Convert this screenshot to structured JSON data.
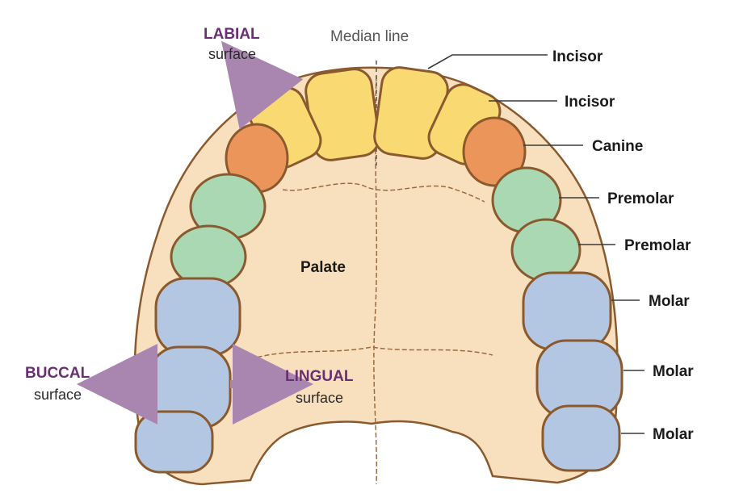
{
  "median_label": "Median line",
  "palate_label": "Palate",
  "surfaces": {
    "labial": {
      "name": "LABIAL",
      "sub": "surface"
    },
    "buccal": {
      "name": "BUCCAL",
      "sub": "surface"
    },
    "lingual": {
      "name": "LINGUAL",
      "sub": "surface"
    }
  },
  "teeth_labels": [
    "Incisor",
    "Incisor",
    "Canine",
    "Premolar",
    "Premolar",
    "Molar",
    "Molar",
    "Molar"
  ],
  "colors": {
    "incisor": "#f9da72",
    "canine": "#ec955a",
    "premolar": "#a9d8b2",
    "molar": "#b4c7e2",
    "bone": "#f8e0bf",
    "outline": "#8a5a2e",
    "surface_text": "#6a2f73",
    "arrow": "#a886b0"
  }
}
